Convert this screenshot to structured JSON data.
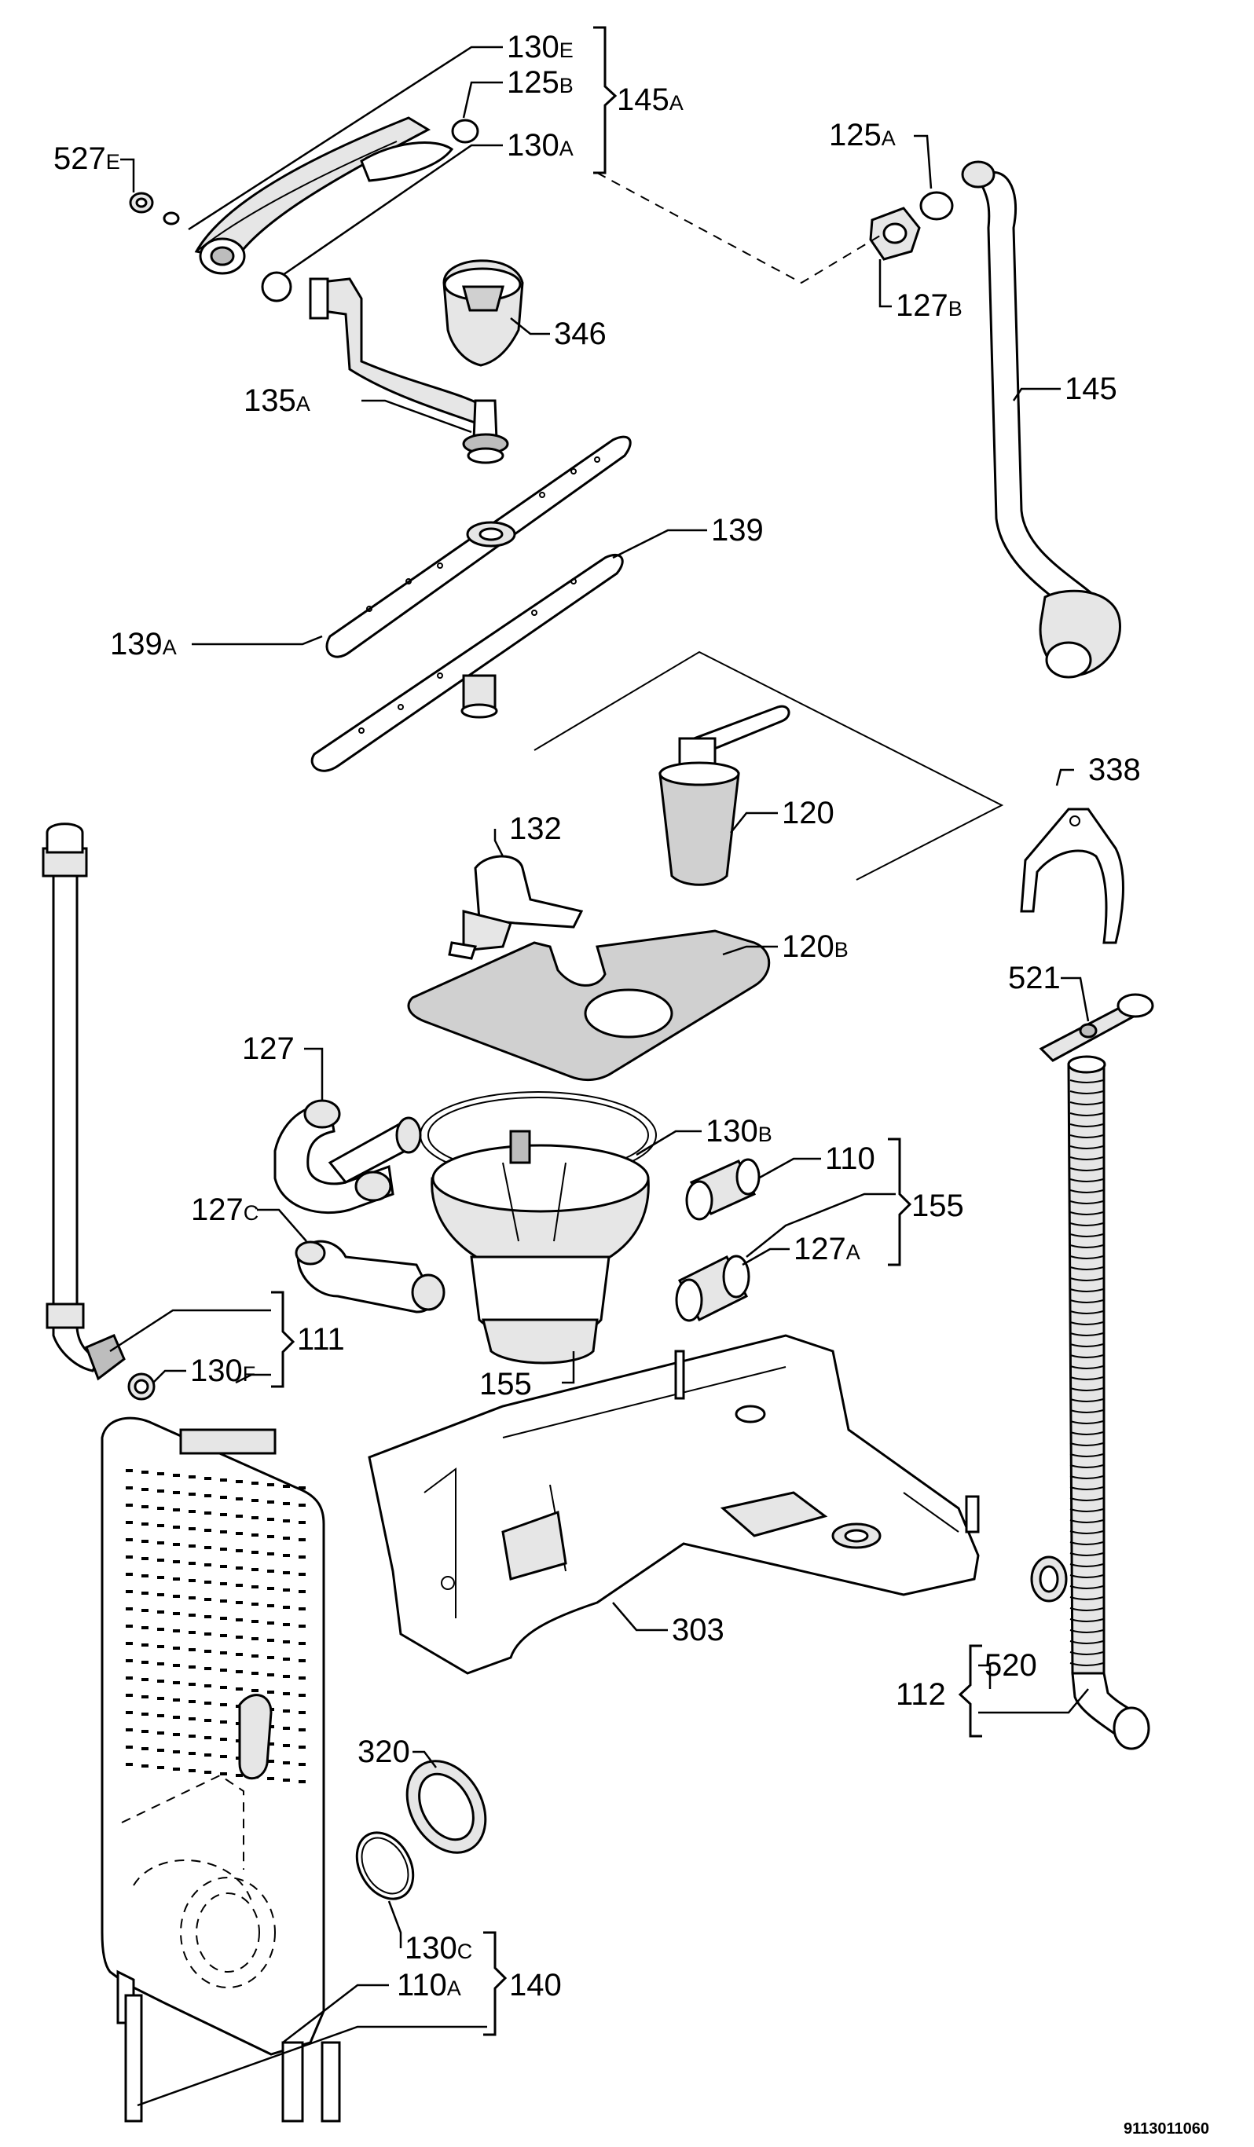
{
  "callouts": {
    "p130E": {
      "num": "130",
      "suf": "E"
    },
    "p125B": {
      "num": "125",
      "suf": "B"
    },
    "p130A": {
      "num": "130",
      "suf": "A"
    },
    "p145A": {
      "num": "145",
      "suf": "A"
    },
    "p527E": {
      "num": "527",
      "suf": "E"
    },
    "p125A": {
      "num": "125",
      "suf": "A"
    },
    "p127B": {
      "num": "127",
      "suf": "B"
    },
    "p346": {
      "num": "346",
      "suf": ""
    },
    "p135A": {
      "num": "135",
      "suf": "A"
    },
    "p145": {
      "num": "145",
      "suf": ""
    },
    "p139": {
      "num": "139",
      "suf": ""
    },
    "p139A": {
      "num": "139",
      "suf": "A"
    },
    "p120": {
      "num": "120",
      "suf": ""
    },
    "p338": {
      "num": "338",
      "suf": ""
    },
    "p132": {
      "num": "132",
      "suf": ""
    },
    "p120B": {
      "num": "120",
      "suf": "B"
    },
    "p521": {
      "num": "521",
      "suf": ""
    },
    "p127": {
      "num": "127",
      "suf": ""
    },
    "p130B": {
      "num": "130",
      "suf": "B"
    },
    "p110": {
      "num": "110",
      "suf": ""
    },
    "p155r": {
      "num": "155",
      "suf": ""
    },
    "p127C": {
      "num": "127",
      "suf": "C"
    },
    "p127A": {
      "num": "127",
      "suf": "A"
    },
    "p111": {
      "num": "111",
      "suf": ""
    },
    "p130F": {
      "num": "130",
      "suf": "F"
    },
    "p155b": {
      "num": "155",
      "suf": ""
    },
    "p303": {
      "num": "303",
      "suf": ""
    },
    "p112": {
      "num": "112",
      "suf": ""
    },
    "p520": {
      "num": "520",
      "suf": ""
    },
    "p320": {
      "num": "320",
      "suf": ""
    },
    "p130C": {
      "num": "130",
      "suf": "C"
    },
    "p140": {
      "num": "140",
      "suf": ""
    },
    "p110A": {
      "num": "110",
      "suf": "A"
    }
  },
  "document_number": "9113011060"
}
